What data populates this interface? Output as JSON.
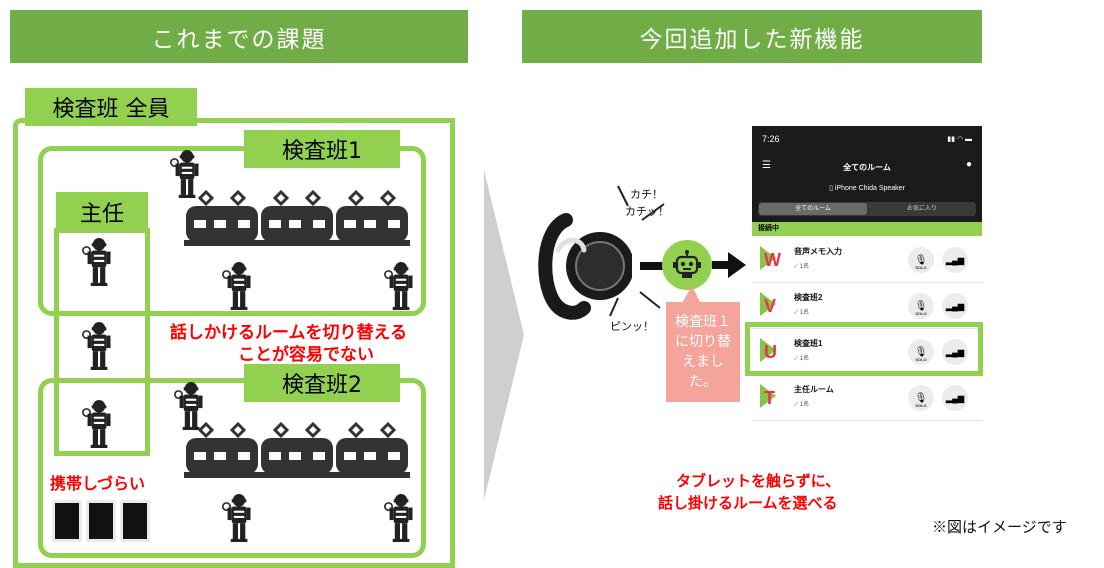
{
  "left_panel": {
    "banner": "これまでの課題",
    "all_group_label": "検査班 全員",
    "team1_label": "検査班1",
    "team2_label": "検査班2",
    "lead_label": "主任",
    "problem_line1": "話しかけるルームを切り替える",
    "problem_line2": "ことが容易でない",
    "carry_label": "携帯しづらい"
  },
  "right_panel": {
    "banner": "今回追加した新機能",
    "click_sound_1": "カチ！",
    "click_sound_2": "カチッ！",
    "ping_sound": "ピンッ！",
    "bot_message": "検査班１に切り替えました。",
    "caption_line1": "タブレットを触らずに、",
    "caption_line2": "話し掛けるルームを選べる",
    "note": "※図はイメージです"
  },
  "phone": {
    "time": "7:26",
    "title": "全てのルーム",
    "speaker": "iPhone Chida Speaker",
    "tabs": [
      "全てのルーム",
      "お気に入り"
    ],
    "section": "接続中",
    "solo_label": "SOLO",
    "rooms": [
      {
        "name": "音声メモ入力",
        "count": "1名",
        "color": "#e8344e"
      },
      {
        "name": "検査班2",
        "count": "1名",
        "color": "#e8344e"
      },
      {
        "name": "検査班1",
        "count": "1名",
        "color": "#e8344e"
      },
      {
        "name": "主任ルーム",
        "count": "1名",
        "color": "#e8344e"
      }
    ]
  },
  "colors": {
    "banner": "#70ad47",
    "accent": "#92d050",
    "alert": "#ff0000",
    "balloon": "#f4a49a"
  }
}
